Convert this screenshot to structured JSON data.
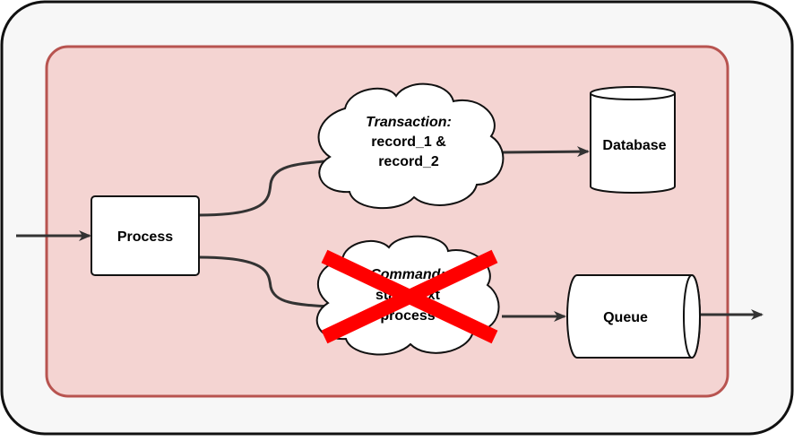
{
  "diagram": {
    "nodes": {
      "process": {
        "label": "Process"
      },
      "transaction": {
        "title": "Transaction:",
        "line1": "record_1 &",
        "line2": "record_2"
      },
      "command": {
        "line1": "Command:",
        "line2": "start next",
        "line3": "process"
      },
      "database": {
        "label": "Database"
      },
      "queue": {
        "label": "Queue"
      }
    },
    "cancelled_node": "command",
    "colors": {
      "outer_fill": "#f7f7f7",
      "outer_stroke": "#111111",
      "inner_fill": "#f4d4d2",
      "inner_stroke": "#b85450",
      "cross": "#ff0000",
      "arrow": "#333333"
    }
  }
}
